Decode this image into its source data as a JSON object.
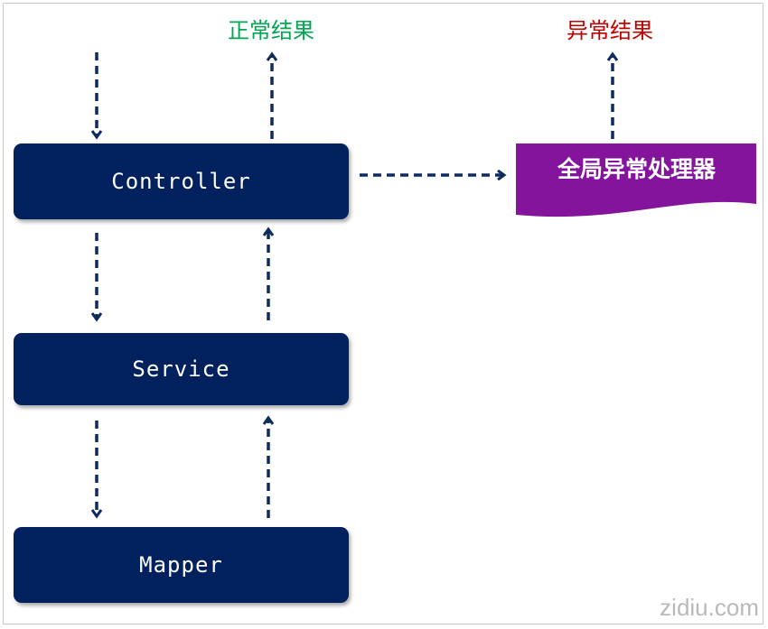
{
  "boxes": {
    "controller": "Controller",
    "service": "Service",
    "mapper": "Mapper"
  },
  "labels": {
    "normal_result": "正常结果",
    "error_result": "异常结果",
    "global_handler": "全局异常处理器"
  },
  "watermark": "zidiu.com",
  "colors": {
    "box_fill": "#01215e",
    "arrow": "#0e2b5e",
    "handler_fill": "#84149b",
    "normal_text": "#00a651",
    "error_text": "#c00000"
  }
}
